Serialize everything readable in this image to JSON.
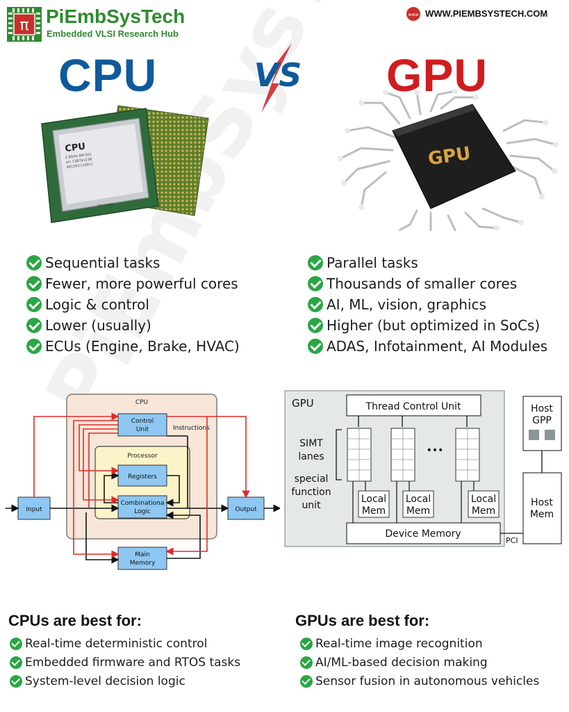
{
  "header": {
    "brand": "PiEmbSysTech",
    "tagline": "Embedded VLSI Research Hub",
    "website": "WWW.PIEMBSYSTECH.COM",
    "logo_glyph": "π",
    "web_icon_text": "www"
  },
  "titles": {
    "cpu": "CPU",
    "vs": "VS",
    "gpu": "GPU"
  },
  "chip_labels": {
    "cpu_chip_text": "CPU",
    "cpu_chip_lines": [
      "2.8GHz 8M 001",
      "s/n 138761238",
      "AEC001110011"
    ],
    "cpu_chip_bottom": "CPU 00897",
    "gpu_chip_text": "GPU"
  },
  "cpu_features": [
    "Sequential tasks",
    "Fewer, more powerful cores",
    "Logic & control",
    "Lower (usually)",
    "ECUs (Engine, Brake, HVAC)"
  ],
  "gpu_features": [
    "Parallel tasks",
    "Thousands of smaller cores",
    "AI, ML, vision, graphics",
    "Higher (but optimized in SoCs)",
    "ADAS, Infotainment, AI Modules"
  ],
  "cpu_diagram": {
    "title": "CPU",
    "processor": "Processor",
    "control_unit": [
      "Control",
      "Unit"
    ],
    "instructions": "Instructions",
    "registers": "Registers",
    "combinational": [
      "Combinationa",
      "Logic"
    ],
    "input": "Input",
    "output": "Output",
    "main_memory": [
      "Main",
      "Memory"
    ]
  },
  "gpu_diagram": {
    "title": "GPU",
    "thread_control": "Thread Control Unit",
    "simt": [
      "SIMT",
      "lanes"
    ],
    "special": [
      "special",
      "function",
      "unit"
    ],
    "local_mem": [
      "Local",
      "Mem"
    ],
    "ellipsis": "•••",
    "device_memory": "Device Memory",
    "pci": "PCI",
    "host_gpp": [
      "Host",
      "GPP"
    ],
    "host_mem": [
      "Host",
      "Mem"
    ]
  },
  "cpu_best": {
    "heading": "CPUs are best for:",
    "items": [
      "Real-time deterministic control",
      "Embedded firmware and RTOS tasks",
      "System-level decision logic"
    ]
  },
  "gpu_best": {
    "heading": "GPUs are best for:",
    "items": [
      "Real-time image recognition",
      "AI/ML-based decision making",
      "Sensor fusion in autonomous vehicles"
    ]
  },
  "watermark": "PiEmbSysTech",
  "colors": {
    "brand_green": "#2e8b2e",
    "cpu_blue": "#0f5a9c",
    "gpu_red": "#d01c1f",
    "check_green": "#2aa644",
    "diagram_blue": "#8ec7f2",
    "arrow_red": "#e12a2a"
  }
}
